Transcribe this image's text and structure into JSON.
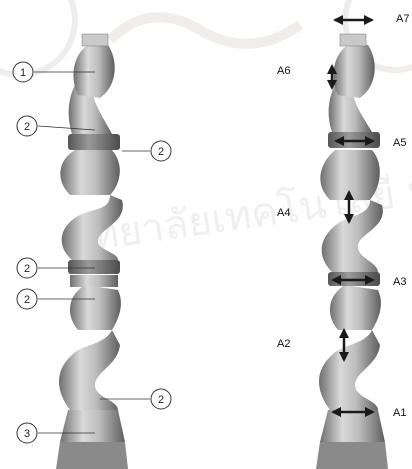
{
  "watermark": {
    "text": "วิทยาลัยเทคโนโลยี มหาวิทยาลัยเกล้า"
  },
  "left_robot": {
    "callouts": [
      {
        "label": "1"
      },
      {
        "label": "2"
      },
      {
        "label": "2"
      },
      {
        "label": "2"
      },
      {
        "label": "2"
      },
      {
        "label": "2"
      },
      {
        "label": "3"
      }
    ]
  },
  "right_robot": {
    "axes": [
      {
        "label": "A7"
      },
      {
        "label": "A6"
      },
      {
        "label": "A5"
      },
      {
        "label": "A4"
      },
      {
        "label": "A3"
      },
      {
        "label": "A2"
      },
      {
        "label": "A1"
      }
    ]
  },
  "colors": {
    "metal_light": "#d8d8d8",
    "metal_mid": "#a9a9a9",
    "metal_dark": "#6f6f6f",
    "arrow": "#1a1a1a",
    "watermark": "#e3dede"
  }
}
